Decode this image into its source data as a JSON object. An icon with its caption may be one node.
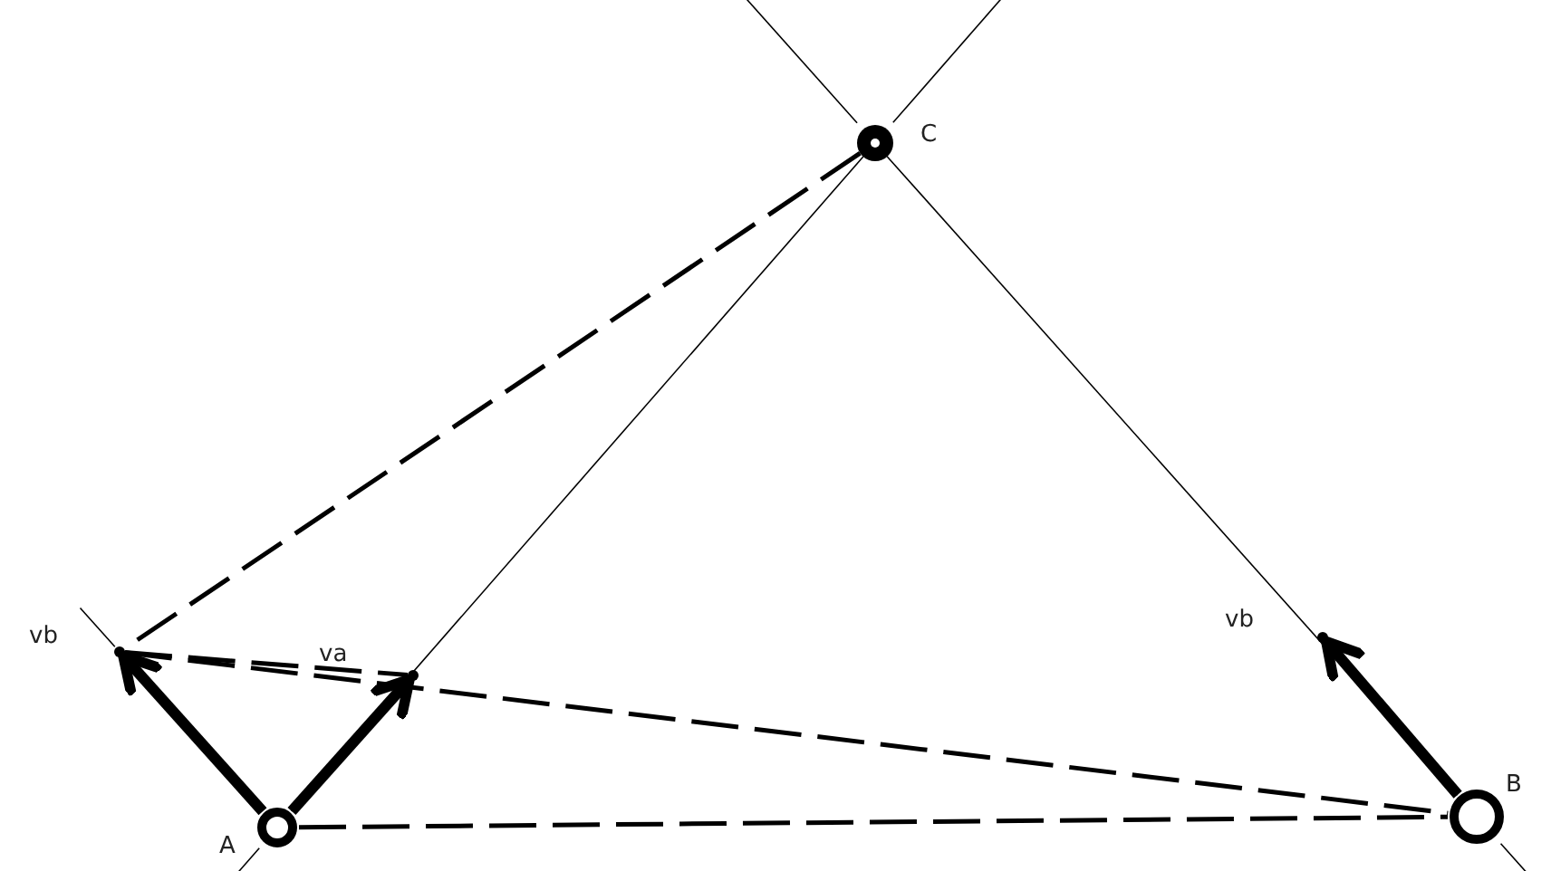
{
  "diagram": {
    "nodes": [
      {
        "text": [],
        "shape": "circle",
        "beside": [
          "C"
        ]
      },
      {
        "text": [],
        "shape": "circle",
        "beside": [
          "A"
        ]
      },
      {
        "text": [],
        "shape": "circle",
        "beside": [
          "B"
        ]
      },
      {
        "text": [],
        "shape": "point",
        "beside": [
          "vb"
        ]
      },
      {
        "text": [],
        "shape": "point",
        "beside": [
          "va"
        ]
      },
      {
        "text": [],
        "shape": "point",
        "beside": [
          "vb"
        ]
      }
    ],
    "edges": [
      {
        "from": 0,
        "to": 3,
        "arrow": "none",
        "style": "dashed"
      },
      {
        "from": 3,
        "to": 4,
        "arrow": "none",
        "style": "dashed"
      },
      {
        "from": 3,
        "to": 2,
        "arrow": "none",
        "style": "dashed"
      },
      {
        "from": 1,
        "to": 2,
        "arrow": "none",
        "style": "dashed"
      },
      {
        "from": 1,
        "to": 3,
        "arrow": "to",
        "style": "thick"
      },
      {
        "from": 1,
        "to": 4,
        "arrow": "to",
        "style": "thick"
      },
      {
        "from": 2,
        "to": 5,
        "arrow": "to",
        "style": "thick"
      },
      {
        "from": 1,
        "to": 0,
        "arrow": "none"
      },
      {
        "from": 2,
        "to": 0,
        "arrow": "none"
      }
    ]
  }
}
